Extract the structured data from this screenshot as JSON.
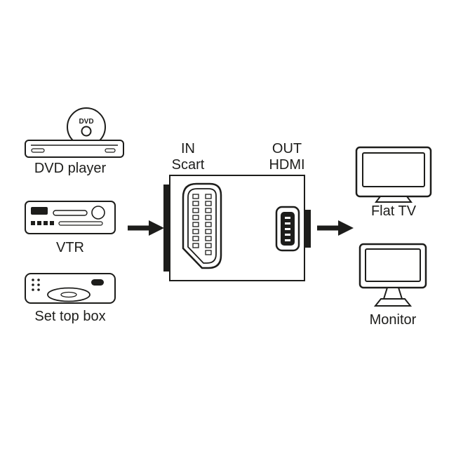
{
  "diagram": {
    "disc_label": "DVD",
    "devices_in": [
      {
        "label": "DVD player"
      },
      {
        "label": "VTR"
      },
      {
        "label": "Set top box"
      }
    ],
    "adapter": {
      "in_line1": "IN",
      "in_line2": "Scart",
      "out_line1": "OUT",
      "out_line2": "HDMI"
    },
    "devices_out": [
      {
        "label": "Flat TV"
      },
      {
        "label": "Monitor"
      }
    ]
  },
  "colors": {
    "line": "#1d1d1b",
    "background": "#ffffff"
  }
}
